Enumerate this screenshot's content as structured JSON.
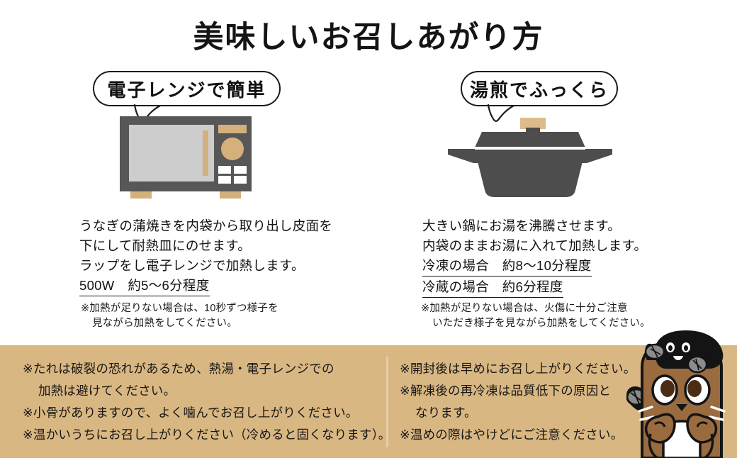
{
  "page": {
    "title": "美味しいお召しあがり方",
    "background": "#ffffff",
    "panel_color": "#d9b782",
    "divider_color": "#e6cda6",
    "ink_color": "#141414"
  },
  "methods": [
    {
      "bubble_label": "電子レンジで簡単",
      "icon": "microwave-icon",
      "steps": [
        {
          "text": "うなぎの蒲焼きを内袋から取り出し皮面を",
          "underline": false
        },
        {
          "text": "下にして耐熱皿にのせます。",
          "underline": false
        },
        {
          "text": "ラップをし電子レンジで加熱します。",
          "underline": false
        },
        {
          "text": "500W　約5〜6分程度",
          "underline": true
        }
      ],
      "note": [
        "※加熱が足りない場合は、10秒ずつ様子を",
        "見ながら加熱をしてください。"
      ]
    },
    {
      "bubble_label": "湯煎でふっくら",
      "icon": "pot-icon",
      "steps": [
        {
          "text": "大きい鍋にお湯を沸騰させます。",
          "underline": false
        },
        {
          "text": "内袋のままお湯に入れて加熱します。",
          "underline": false
        },
        {
          "text": "冷凍の場合　約8〜10分程度",
          "underline": true
        },
        {
          "text": "冷蔵の場合　約6分程度",
          "underline": true
        }
      ],
      "note": [
        "※加熱が足りない場合は、火傷に十分ご注意",
        "いただき様子を見ながら加熱をしてください。"
      ]
    }
  ],
  "warnings": {
    "left": [
      {
        "text": "※たれは破裂の恐れがあるため、熱湯・電子レンジでの",
        "indent": false
      },
      {
        "text": "加熱は避けてください。",
        "indent": true
      },
      {
        "text": "※小骨がありますので、よく噛んでお召し上がりください。",
        "indent": false
      },
      {
        "text": "※温かいうちにお召し上がりください（冷めると固くなります）。",
        "indent": false
      }
    ],
    "right": [
      {
        "text": "※開封後は早めにお召し上がりください。",
        "indent": false
      },
      {
        "text": "※解凍後の再冷凍は品質低下の原因と",
        "indent": false
      },
      {
        "text": "なります。",
        "indent": true
      },
      {
        "text": "※温めの際はやけどにご注意ください。",
        "indent": false
      }
    ]
  },
  "illustrations": {
    "microwave": {
      "body_color": "#575757",
      "window_color": "#cdcdcd",
      "accent_color": "#d4b07c",
      "button_color": "#ffffff"
    },
    "pot": {
      "body_color": "#4d4d4d",
      "knob_color": "#dcbc8a"
    },
    "mascot": {
      "name": "otter-with-eel-mascot",
      "fur_color": "#9a6b3f",
      "belly_color": "#ffffff",
      "eel_color": "#141414",
      "fin_color": "#8c8c8c",
      "outline_color": "#141414"
    }
  }
}
